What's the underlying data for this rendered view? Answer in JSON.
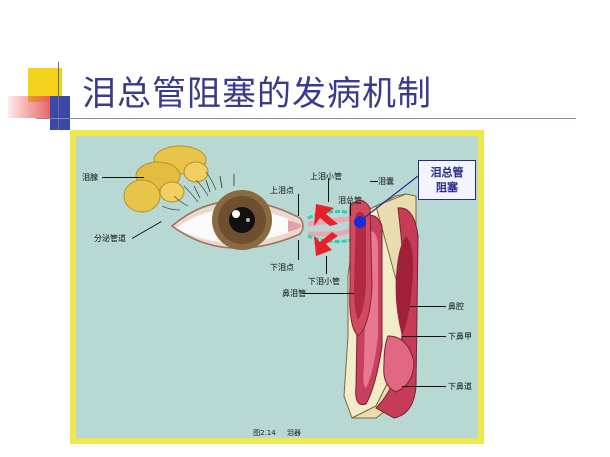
{
  "slide": {
    "title": "泪总管阻塞的发病机制"
  },
  "figure": {
    "labels": {
      "lacrimal_gland": "泪腺",
      "excretory_ducts": "分泌管道",
      "upper_punctum": "上泪点",
      "upper_canaliculus": "上泪小管",
      "common_canaliculus": "泪总管",
      "lacrimal_sac": "泪囊",
      "lower_punctum": "下泪点",
      "lower_canaliculus": "下泪小管",
      "nasolacrimal_duct": "鼻泪管",
      "nasal_cavity": "鼻腔",
      "inferior_turbinate": "下鼻甲",
      "inferior_meatus": "下鼻道"
    },
    "callout": {
      "line1": "泪总管",
      "line2": "阻塞"
    },
    "caption": {
      "number": "图2.14",
      "text": "泪器"
    }
  },
  "colors": {
    "title": "#3a3a8c",
    "frame": "#f0e64e",
    "figure_bg": "#b8d8d4",
    "arrow": "#e8202a",
    "canaliculus_arc": "#2ad0b0",
    "blockage_dot": "#1a2ad8"
  }
}
